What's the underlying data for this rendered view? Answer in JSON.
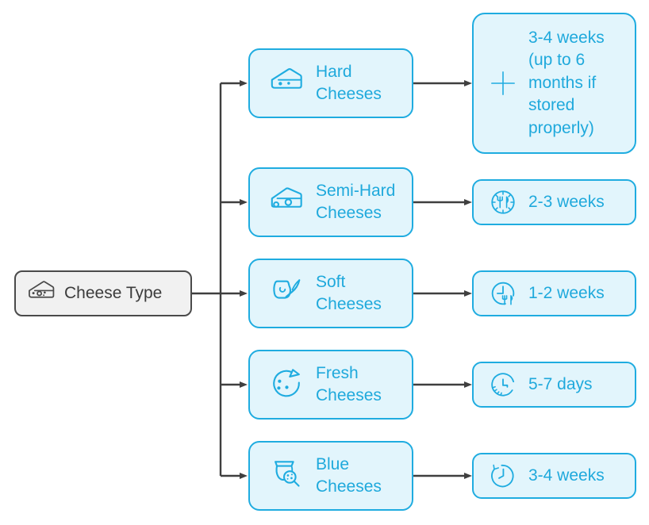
{
  "theme": {
    "accent": "#1FACE0",
    "accent-fill": "#E2F5FC",
    "accent-text": "#1FA9DC",
    "gray-border": "#4A4A4A",
    "gray-fill": "#F1F1F1",
    "gray-text": "#3C3C3C",
    "arrow": "#3F3F3F",
    "background": "#FFFFFF"
  },
  "root": {
    "label": "Cheese Type",
    "icon": "cheese-wedge-icon"
  },
  "branches": [
    {
      "label": "Hard Cheeses",
      "icon": "hard-cheese-wedge-icon",
      "duration": "3-4 weeks (up to 6 months if stored properly)",
      "duration_icon": "plus-icon"
    },
    {
      "label": "Semi-Hard Cheeses",
      "icon": "semi-hard-cheese-icon",
      "duration": "2-3 weeks",
      "duration_icon": "meal-clock-icon"
    },
    {
      "label": "Soft Cheeses",
      "icon": "soft-cheese-knife-icon",
      "duration": "1-2 weeks",
      "duration_icon": "clock-utensils-icon"
    },
    {
      "label": "Fresh Cheeses",
      "icon": "fresh-cheese-wheel-icon",
      "duration": "5-7 days",
      "duration_icon": "short-time-clock-icon"
    },
    {
      "label": "Blue Cheeses",
      "icon": "blue-cheese-magnifier-icon",
      "duration": "3-4 weeks",
      "duration_icon": "clock-refresh-icon"
    }
  ]
}
